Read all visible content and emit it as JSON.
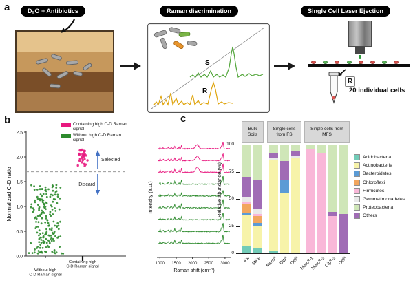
{
  "figure": {
    "panel_labels": {
      "a": "a",
      "b": "b",
      "c": "c"
    }
  },
  "panels": {
    "a": {
      "steps": [
        {
          "title": "D₂O + Antibiotics"
        },
        {
          "title": "Raman discrimination",
          "sensitive_label": "S",
          "resistant_label": "R"
        },
        {
          "title": "Single Cell Laser Ejection",
          "tube_label": "R",
          "caption": "20 individual cells",
          "cell_colors": [
            "#d9534f",
            "#5cb85c",
            "#d9534f",
            "#5cb85c",
            "#d9534f",
            "#d9534f",
            "#5cb85c",
            "#d9534f"
          ]
        }
      ]
    },
    "b": {
      "legend": [
        {
          "label": "Containing high C-D Raman signal",
          "color": "#e8197f"
        },
        {
          "label": "Without high C-D Raman signal",
          "color": "#2e8b2e"
        }
      ]
    }
  },
  "chart_data": [
    {
      "id": "cd-ratio-scatter",
      "type": "scatter",
      "ylabel": "Normalized C-D ratio",
      "ylim": [
        0,
        2.5
      ],
      "yticks": [
        "0.0",
        "0.5",
        "1.0",
        "1.5",
        "2.0",
        "2.5"
      ],
      "threshold": 1.7,
      "threshold_line": "dashed",
      "annotations": [
        {
          "text": "Selected",
          "direction": "up",
          "color": "#4472c4"
        },
        {
          "text": "Discard",
          "direction": "down",
          "color": "#4472c4"
        }
      ],
      "x_categories": [
        [
          "Without high",
          "C-D Raman signal"
        ],
        [
          "Containing high",
          "C-D Raman signal"
        ]
      ],
      "groups": [
        {
          "label": "Without high C-D Raman signal",
          "color": "#2e8b2e",
          "n": 190,
          "y_range": [
            0.05,
            1.45
          ]
        },
        {
          "label": "Containing high C-D Raman signal",
          "color": "#e8197f",
          "n": 28,
          "y_range": [
            1.8,
            2.15
          ]
        }
      ]
    },
    {
      "id": "raman-spectra",
      "type": "line",
      "xlabel": "Raman shift (cm⁻¹)",
      "ylabel": "Intensity (a.u.)",
      "xlim": [
        950,
        3150
      ],
      "xticks": [
        1000,
        1500,
        2000,
        2500,
        3000
      ],
      "series": [
        {
          "name": "Cells with high C-D signal",
          "color": "#e8197f",
          "count": 3,
          "peak_model": [
            [
              1004,
              3.5,
              10
            ],
            [
              1100,
              1.6,
              20
            ],
            [
              1255,
              2,
              24
            ],
            [
              1345,
              2.6,
              20
            ],
            [
              1455,
              4.5,
              16
            ],
            [
              1585,
              2.4,
              14
            ],
            [
              1662,
              5.5,
              15
            ],
            [
              2145,
              6.5,
              70
            ],
            [
              2890,
              4.5,
              24
            ],
            [
              2938,
              11,
              20
            ]
          ]
        },
        {
          "name": "Cells without high C-D signal",
          "color": "#2e8b2e",
          "count": 6,
          "peak_model": [
            [
              1004,
              3.5,
              10
            ],
            [
              1100,
              1.6,
              20
            ],
            [
              1255,
              2,
              24
            ],
            [
              1345,
              2.6,
              20
            ],
            [
              1455,
              4.5,
              16
            ],
            [
              1585,
              2.4,
              14
            ],
            [
              1662,
              5.5,
              15
            ],
            [
              2890,
              4.5,
              24
            ],
            [
              2938,
              11,
              20
            ]
          ]
        }
      ]
    },
    {
      "id": "taxa-stacked-bars",
      "type": "bar",
      "stacked": true,
      "ylabel": "Relative abundance (%)",
      "ylim": [
        0,
        100
      ],
      "yticks": [
        0,
        25,
        50,
        75,
        100
      ],
      "group_headers": [
        "Bulk Soils",
        "Single cells from FS",
        "Single cells from MFS"
      ],
      "categories": [
        "FS",
        "MFS",
        "Meroᴿ",
        "Cipᴿ",
        "Cefᴿ",
        "Meroᴿ-1",
        "Meroᴿ-2",
        "Cipᴿ-2",
        "Cefᴿ"
      ],
      "category_group_sizes": [
        2,
        3,
        4
      ],
      "stack_order_bottom_to_top": [
        "Acidobacteria",
        "Actinobacteria",
        "Bacteroidetes",
        "Chloroflexi",
        "Firmicutes",
        "Gemmatimonadetes",
        "Others",
        "Proteobacteria"
      ],
      "legend": [
        {
          "label": "Acidobacteria",
          "color": "#72cbb7"
        },
        {
          "label": "Actinobacteria",
          "color": "#f7f3a9"
        },
        {
          "label": "Bacteroidetes",
          "color": "#5b9bd5"
        },
        {
          "label": "Chloroflexi",
          "color": "#f2a65e"
        },
        {
          "label": "Firmicutes",
          "color": "#f9b7d8"
        },
        {
          "label": "Gemmatimonadetes",
          "color": "#e9e9e9"
        },
        {
          "label": "Proteobacteria",
          "color": "#cfe6b8"
        },
        {
          "label": "Others",
          "color": "#a06cb5"
        }
      ],
      "series": [
        {
          "name": "Acidobacteria",
          "values": [
            7,
            5,
            2,
            0,
            0,
            0,
            0,
            0,
            0
          ]
        },
        {
          "name": "Actinobacteria",
          "values": [
            28,
            20,
            84,
            55,
            88,
            0,
            0,
            0,
            0
          ]
        },
        {
          "name": "Bacteroidetes",
          "values": [
            2,
            3,
            0,
            12,
            0,
            0,
            0,
            0,
            0
          ]
        },
        {
          "name": "Chloroflexi",
          "values": [
            8,
            6,
            0,
            0,
            0,
            0,
            0,
            0,
            0
          ]
        },
        {
          "name": "Firmicutes",
          "values": [
            2,
            2,
            0,
            0,
            0,
            96,
            92,
            34,
            0
          ]
        },
        {
          "name": "Gemmatimonadetes",
          "values": [
            5,
            5,
            2,
            0,
            2,
            0,
            0,
            0,
            0
          ]
        },
        {
          "name": "Proteobacteria",
          "values": [
            30,
            32,
            8,
            15,
            6,
            4,
            8,
            62,
            64
          ]
        },
        {
          "name": "Others",
          "values": [
            18,
            27,
            4,
            18,
            4,
            0,
            0,
            4,
            36
          ]
        }
      ]
    }
  ]
}
